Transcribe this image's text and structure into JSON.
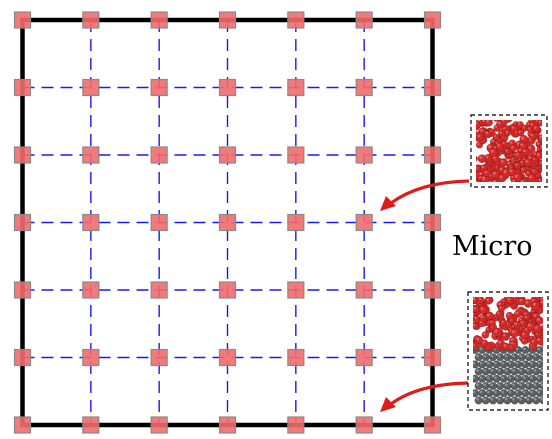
{
  "labels": {
    "micro": "Micro"
  },
  "grid": {
    "columns": 7,
    "rows": 7
  },
  "colors": {
    "frame": "#000000",
    "grid_line": "#1a1aee",
    "node_fill": "#f26b6b",
    "node_stroke": "#8a8a8a",
    "arrow": "#e01b1b",
    "particle_red": "#d42a2a",
    "particle_gray": "#5a5f63"
  },
  "insets": [
    {
      "name": "bulk-micro-sample",
      "type": "all-red"
    },
    {
      "name": "interface-micro-sample",
      "type": "red-over-gray"
    }
  ]
}
